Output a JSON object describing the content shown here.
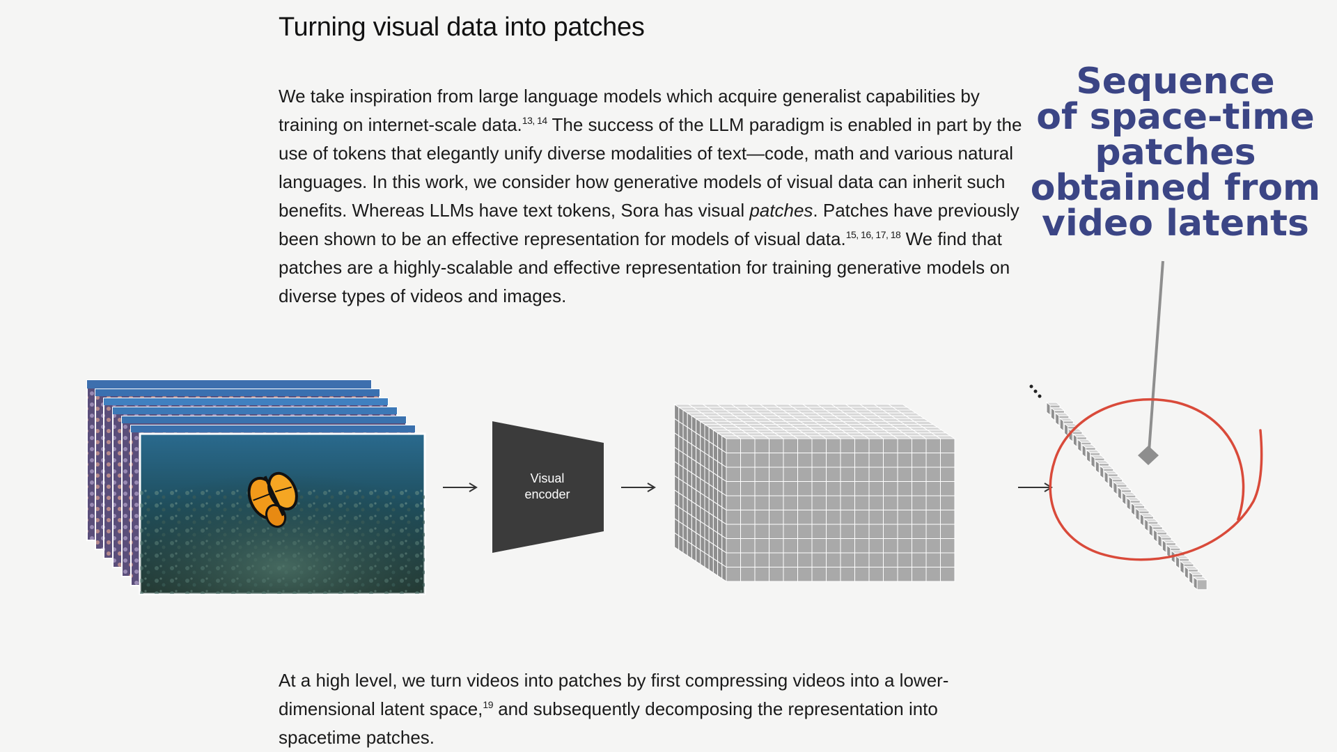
{
  "article": {
    "heading": "Turning visual data into patches",
    "p1": {
      "s1": "We take inspiration from large language models which acquire generalist capabilities by training on internet-scale data.",
      "ref1": "13, 14",
      "s2": " The success of the LLM paradigm is enabled in part by the use of tokens that elegantly unify diverse modalities of text—code, math and various natural languages. In this work, we consider how generative models of visual data can inherit such benefits. Whereas LLMs have text tokens, Sora has visual ",
      "em": "patches",
      "s3": ". Patches have previously been shown to be an effective representation for models of visual data.",
      "ref2": "15, 16, 17, 18",
      "s4": " We find that patches are a highly-scalable and effective representation for training generative models on diverse types of videos and images."
    },
    "p2": {
      "s1": "At a high level, we turn videos into patches by first compressing videos into a lower-dimensional latent space,",
      "ref": "19",
      "s2": " and subsequently decomposing the representation into spacetime patches."
    }
  },
  "figure": {
    "encoder_label_line1": "Visual",
    "encoder_label_line2": "encoder",
    "arrow_glyph": "→",
    "ellipsis_glyph": "⋰"
  },
  "annotation": {
    "lines": [
      "Sequence",
      "of space-time",
      "patches",
      "obtained from",
      "video latents"
    ],
    "color": "#3b4585",
    "circle_color": "#d94a3a"
  }
}
